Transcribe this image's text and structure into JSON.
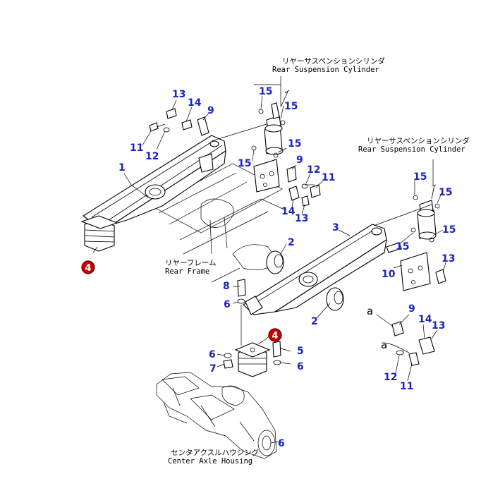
{
  "captions": {
    "rear_cylinder_1_jp": "リヤーサスペンションシリンダ",
    "rear_cylinder_1_en": "Rear Suspension Cylinder",
    "rear_cylinder_2_jp": "リヤーサスペンションシリンダ",
    "rear_cylinder_2_en": "Rear Suspension Cylinder",
    "rear_frame_jp": "リヤーフレーム",
    "rear_frame_en": "Rear Frame",
    "center_axle_jp": "センタアクスルハウジング",
    "center_axle_en": "Center Axle Housing"
  },
  "reference_letter_1": "a",
  "reference_letter_2": "a",
  "callouts": {
    "c13_top": "13",
    "c14_top": "14",
    "c9_top": "9",
    "c11_top": "11",
    "c12_top": "12",
    "c1": "1",
    "c15_a": "15",
    "c15_b": "15",
    "c15_c": "15",
    "c15_d": "15",
    "c9_mid": "9",
    "c12_mid": "12",
    "c11_mid": "11",
    "c14_mid": "14",
    "c13_mid": "13",
    "c15_e": "15",
    "c15_f": "15",
    "c15_g": "15",
    "c15_h": "15",
    "c3": "3",
    "c2_top": "2",
    "c2_bottom": "2",
    "c13_right": "13",
    "c10": "10",
    "c8": "8",
    "c6_a": "6",
    "c6_b": "6",
    "c7": "7",
    "c5": "5",
    "c6_c": "6",
    "c9_low": "9",
    "c14_low": "14",
    "c13_low": "13",
    "c12_low": "12",
    "c11_low": "11",
    "c6_axle": "6"
  },
  "badges": {
    "badge_left": "4",
    "badge_center": "4"
  },
  "colors": {
    "callout": "#1a22c8",
    "badge": "#cc0000",
    "line": "#000000"
  }
}
